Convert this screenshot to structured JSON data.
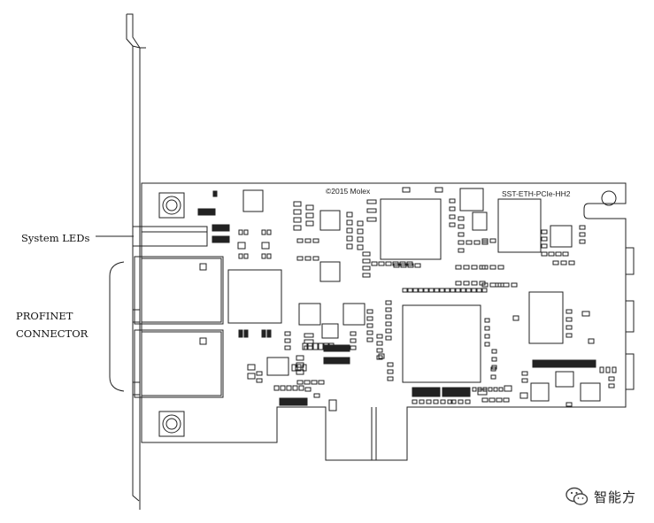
{
  "labels": {
    "system_leds": "System LEDs",
    "profinet": "PROFINET",
    "connector": "CONNECTOR"
  },
  "board": {
    "copyright": "©2015 Molex",
    "model": "SST-ETH-PCIe-HH2"
  },
  "watermark": {
    "text": "智能方",
    "icon": "wechat-icon"
  }
}
